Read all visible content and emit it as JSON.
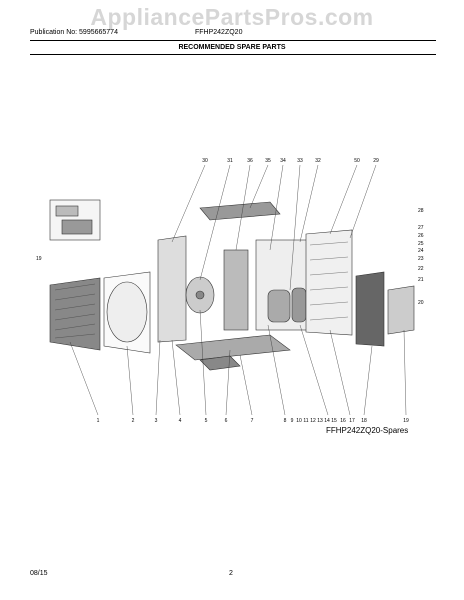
{
  "watermark": "AppliancePartsPros.com",
  "header": {
    "publication": "Publication No: 5995665774",
    "model": "FFHP242ZQ20",
    "heading": "RECOMMENDED SPARE PARTS"
  },
  "diagram": {
    "caption": "FFHP242ZQ20-Spares",
    "top_callouts": [
      "30",
      "31",
      "36",
      "35",
      "34",
      "33",
      "32",
      "50",
      "29"
    ],
    "bottom_callouts": [
      "1",
      "2",
      "3",
      "4",
      "5",
      "6",
      "7",
      "8",
      "9",
      "10",
      "11",
      "12",
      "13",
      "14",
      "15",
      "16",
      "17",
      "18",
      "19"
    ],
    "right_callouts": [
      "28",
      "27",
      "26",
      "25",
      "24",
      "23",
      "22",
      "21",
      "20"
    ],
    "left_callouts": [
      "19"
    ]
  },
  "footer": {
    "date": "08/15",
    "page": "2"
  }
}
